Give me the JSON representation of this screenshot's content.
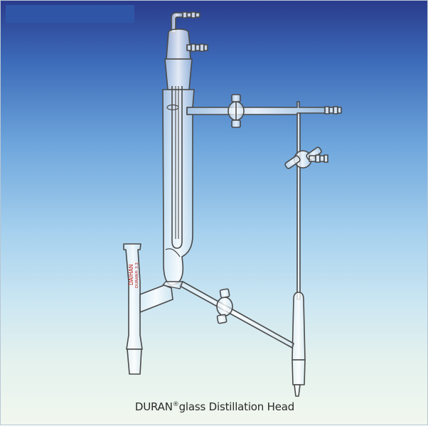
{
  "caption": {
    "part1": "DURAN",
    "registered": "®",
    "part2": "glass Distillation Head"
  },
  "vessel_print": {
    "brand": "DAIHAN",
    "spec": "DURAN® 3.3"
  }
}
